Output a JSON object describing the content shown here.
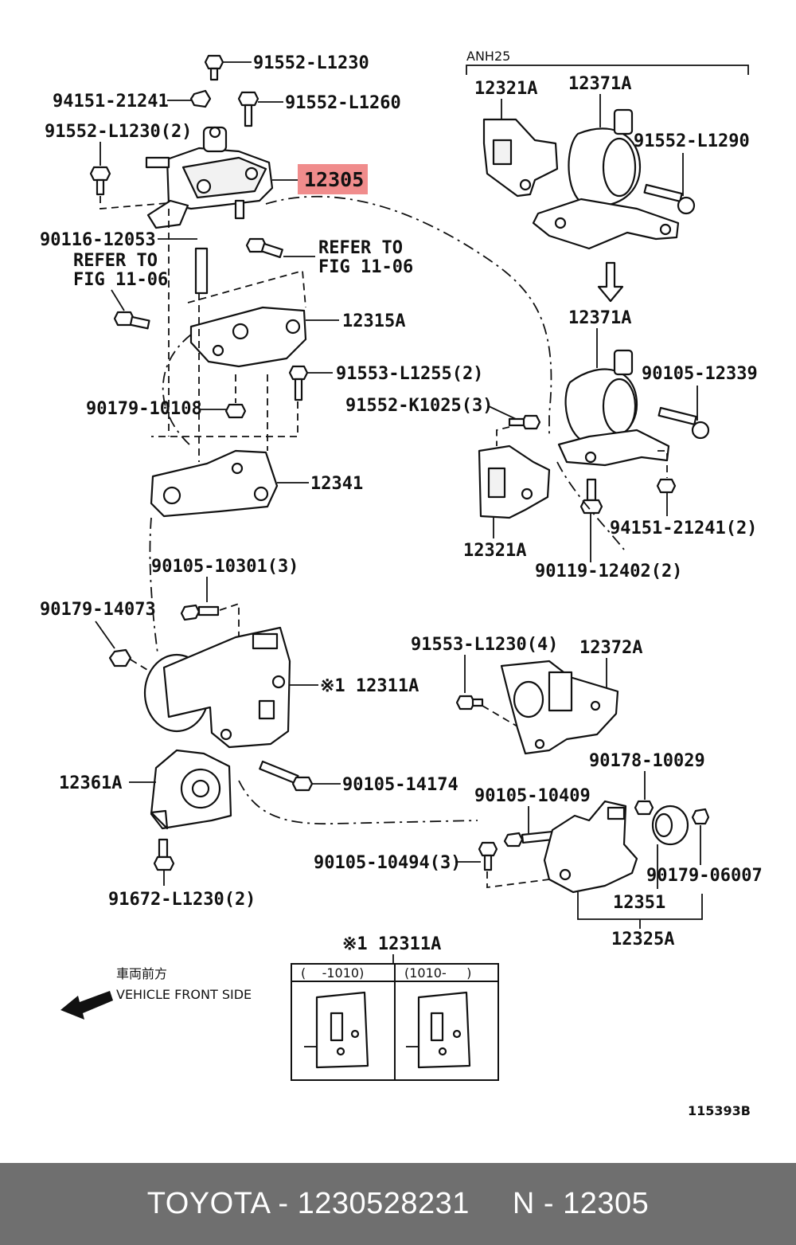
{
  "diagram": {
    "model_label": "ANH25",
    "highlight_color": "#f08c8c",
    "callouts": {
      "c91552_L1230": "91552-L1230",
      "c94151_21241": "94151-21241",
      "c91552_L1260": "91552-L1260",
      "c91552_L1230_2": "91552-L1230(2)",
      "c12305": "12305",
      "c90116_12053": "90116-12053",
      "refer_fig_left_1": "REFER TO",
      "refer_fig_left_2": "FIG 11-06",
      "refer_fig_right_1": "REFER TO",
      "refer_fig_right_2": "FIG 11-06",
      "c12315A": "12315A",
      "c91553_L1255_2": "91553-L1255(2)",
      "c90179_10108": "90179-10108",
      "c12341": "12341",
      "c90105_10301_3": "90105-10301(3)",
      "c90179_14073": "90179-14073",
      "c12311A": "※1 12311A",
      "c12361A": "12361A",
      "c90105_14174": "90105-14174",
      "c91672_L1230_2": "91672-L1230(2)",
      "c12321A_top": "12321A",
      "c12371A_top": "12371A",
      "c91552_L1290": "91552-L1290",
      "c12371A_mid": "12371A",
      "c90105_12339": "90105-12339",
      "c91552_K1025_3": "91552-K1025(3)",
      "c12321A_bottom": "12321A",
      "c94151_21241_2": "94151-21241(2)",
      "c90119_12402_2": "90119-12402(2)",
      "c91553_L1230_4": "91553-L1230(4)",
      "c12372A": "12372A",
      "c90178_10029": "90178-10029",
      "c90105_10409": "90105-10409",
      "c90105_10494_3": "90105-10494(3)",
      "c90179_06007": "90179-06007",
      "c12351": "12351",
      "c12325A": "12325A"
    },
    "inset": {
      "title": "※1 12311A",
      "col1": "(    -1010)",
      "col2": "(1010-     )"
    },
    "direction": {
      "japanese": "車両前方",
      "english": "VEHICLE FRONT SIDE"
    },
    "figure_code": "115393B"
  },
  "footer": {
    "brand_part": "TOYOTA - 1230528231",
    "ref": "N - 12305"
  }
}
